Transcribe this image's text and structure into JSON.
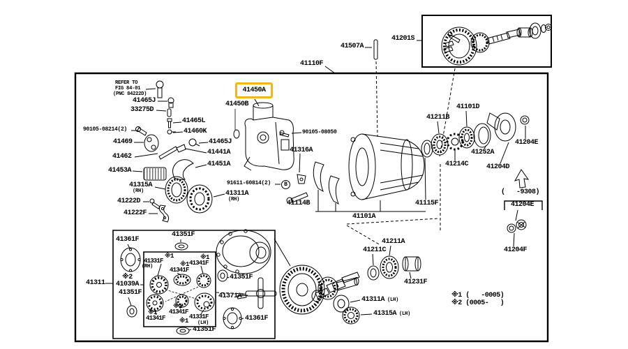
{
  "figure": {
    "type": "exploded-parts-diagram",
    "highlighted_part": "41450A",
    "highlight_color": "#EFB71F",
    "line_color": "#000000",
    "background": "#FFFFFF"
  },
  "labels": {
    "top": {
      "f41110f": "41110F",
      "f41507a": "41507A",
      "f41201s": "41201S"
    },
    "left": {
      "refer1": "REFER TO",
      "refer2": "FIG 84-01",
      "refer3": "(PNC 84222D)",
      "f41465j_a": "41465J",
      "f33275d": "33275D",
      "f41465l": "41465L",
      "f41460k": "41460K",
      "f90105_08214": "90105-08214(2)",
      "f41469": "41469",
      "f41465j_b": "41465J",
      "f41441a": "41441A",
      "f41462": "41462",
      "f41451a": "41451A",
      "f41453a": "41453A",
      "f41315a": "41315A",
      "rh1": "(RH)",
      "f41222d": "41222D",
      "f41222f": "41222F",
      "f91611": "91611-60814(2)",
      "bletter": "B",
      "f41311a": "41311A",
      "rh2": "(RH)"
    },
    "center": {
      "f41450a": "41450A",
      "f41450b": "41450B",
      "f90105_08050": "90105-08050",
      "f41316a": "41316A",
      "f41114b": "41114B",
      "f41101a": "41101A"
    },
    "right": {
      "f41211b": "41211B",
      "f41101d": "41101D",
      "f41214c": "41214C",
      "f41252a": "41252A",
      "f41204d": "41204D",
      "f41204e": "41204E",
      "f41115f": "41115F",
      "range9308": "(   -9308)",
      "f41204e_b": "41204E",
      "f41204f": "41204F"
    },
    "lower": {
      "f41211a": "41211A",
      "f41211c": "41211C",
      "f41231f": "41231F",
      "f41311a_lh": "41311A",
      "lh1": "(LH)",
      "f41315a_lh": "41315A",
      "lh2": "(LH)"
    },
    "sub": {
      "f41311": "41311",
      "f41361f_a": "41361F",
      "notex2": "※2",
      "f41039a": "41039A",
      "f41351f_a": "41351F",
      "f41351f_b": "41351F",
      "f41351f_c": "41351F",
      "f41371a": "41371A",
      "f41361f_b": "41361F",
      "f41351f_d": "41351F"
    },
    "inner": {
      "n1a": "※1",
      "f41331f_rh": "41331F",
      "rh3": "(RH)",
      "n1b": "※1",
      "f41341f_a": "41341F",
      "n1c": "※1",
      "f41341f_b": "41341F",
      "n1d": "※1",
      "f41341f_c": "41341F",
      "n1e": "※1",
      "f41341f_d": "41341F",
      "n1f": "※1",
      "f41331f_lh": "41331F",
      "lh3": "(LH)"
    },
    "notes": {
      "note1": "※1 (   -0005)",
      "note2": "※2 (0005-   )"
    }
  }
}
